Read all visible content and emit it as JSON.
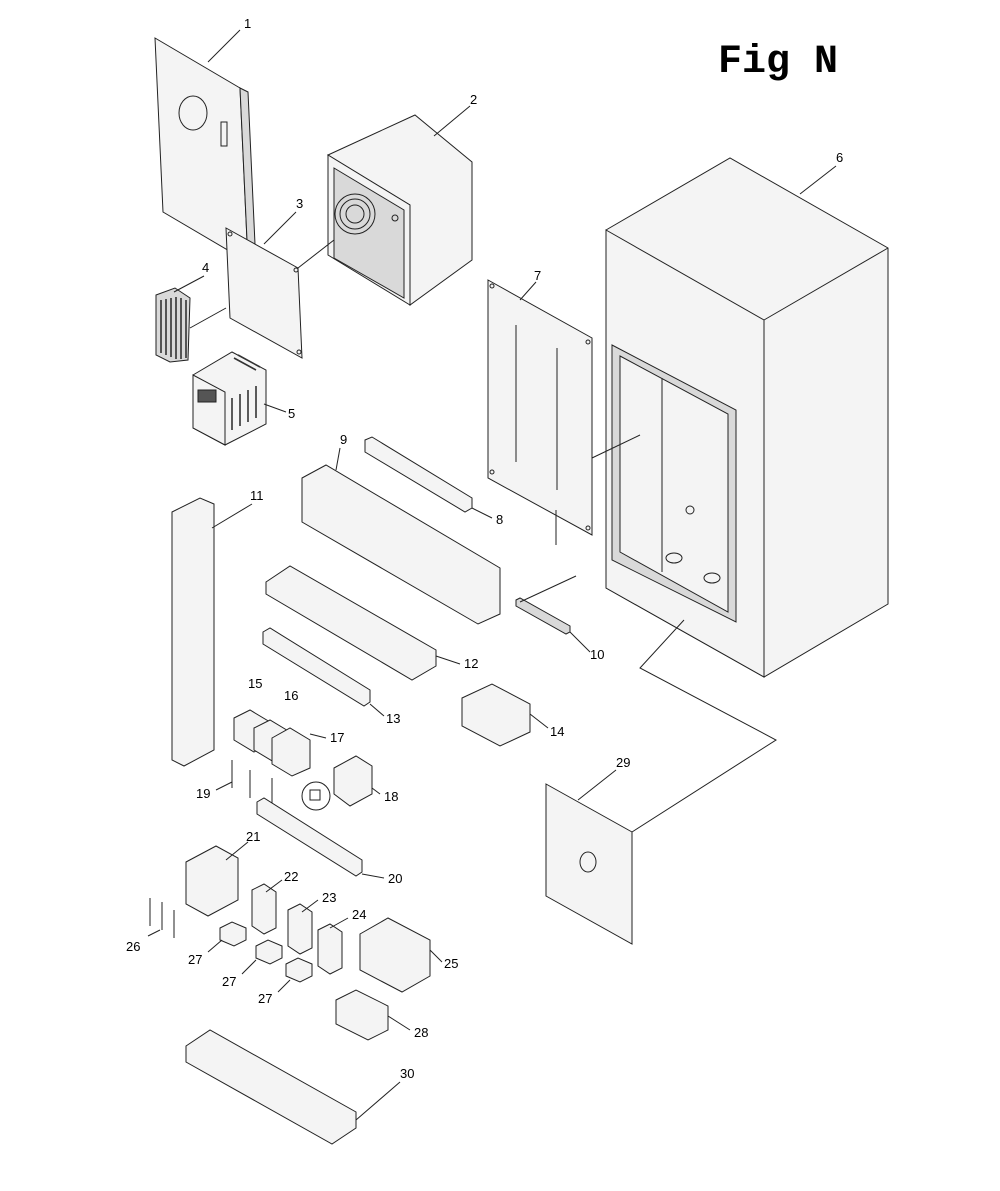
{
  "figure": {
    "title": "Fig N"
  },
  "callouts": [
    {
      "id": "1",
      "label": "1"
    },
    {
      "id": "2",
      "label": "2"
    },
    {
      "id": "3",
      "label": "3"
    },
    {
      "id": "4",
      "label": "4"
    },
    {
      "id": "5",
      "label": "5"
    },
    {
      "id": "6",
      "label": "6"
    },
    {
      "id": "7",
      "label": "7"
    },
    {
      "id": "8",
      "label": "8"
    },
    {
      "id": "9",
      "label": "9"
    },
    {
      "id": "10",
      "label": "10"
    },
    {
      "id": "11",
      "label": "11"
    },
    {
      "id": "12",
      "label": "12"
    },
    {
      "id": "13",
      "label": "13"
    },
    {
      "id": "14",
      "label": "14"
    },
    {
      "id": "15",
      "label": "15"
    },
    {
      "id": "16",
      "label": "16"
    },
    {
      "id": "17",
      "label": "17"
    },
    {
      "id": "18",
      "label": "18"
    },
    {
      "id": "19",
      "label": "19"
    },
    {
      "id": "20",
      "label": "20"
    },
    {
      "id": "21",
      "label": "21"
    },
    {
      "id": "22",
      "label": "22"
    },
    {
      "id": "23",
      "label": "23"
    },
    {
      "id": "24",
      "label": "24"
    },
    {
      "id": "25",
      "label": "25"
    },
    {
      "id": "26",
      "label": "26"
    },
    {
      "id": "27a",
      "label": "27"
    },
    {
      "id": "27b",
      "label": "27"
    },
    {
      "id": "27c",
      "label": "27"
    },
    {
      "id": "28",
      "label": "28"
    },
    {
      "id": "29",
      "label": "29"
    },
    {
      "id": "30",
      "label": "30"
    }
  ]
}
